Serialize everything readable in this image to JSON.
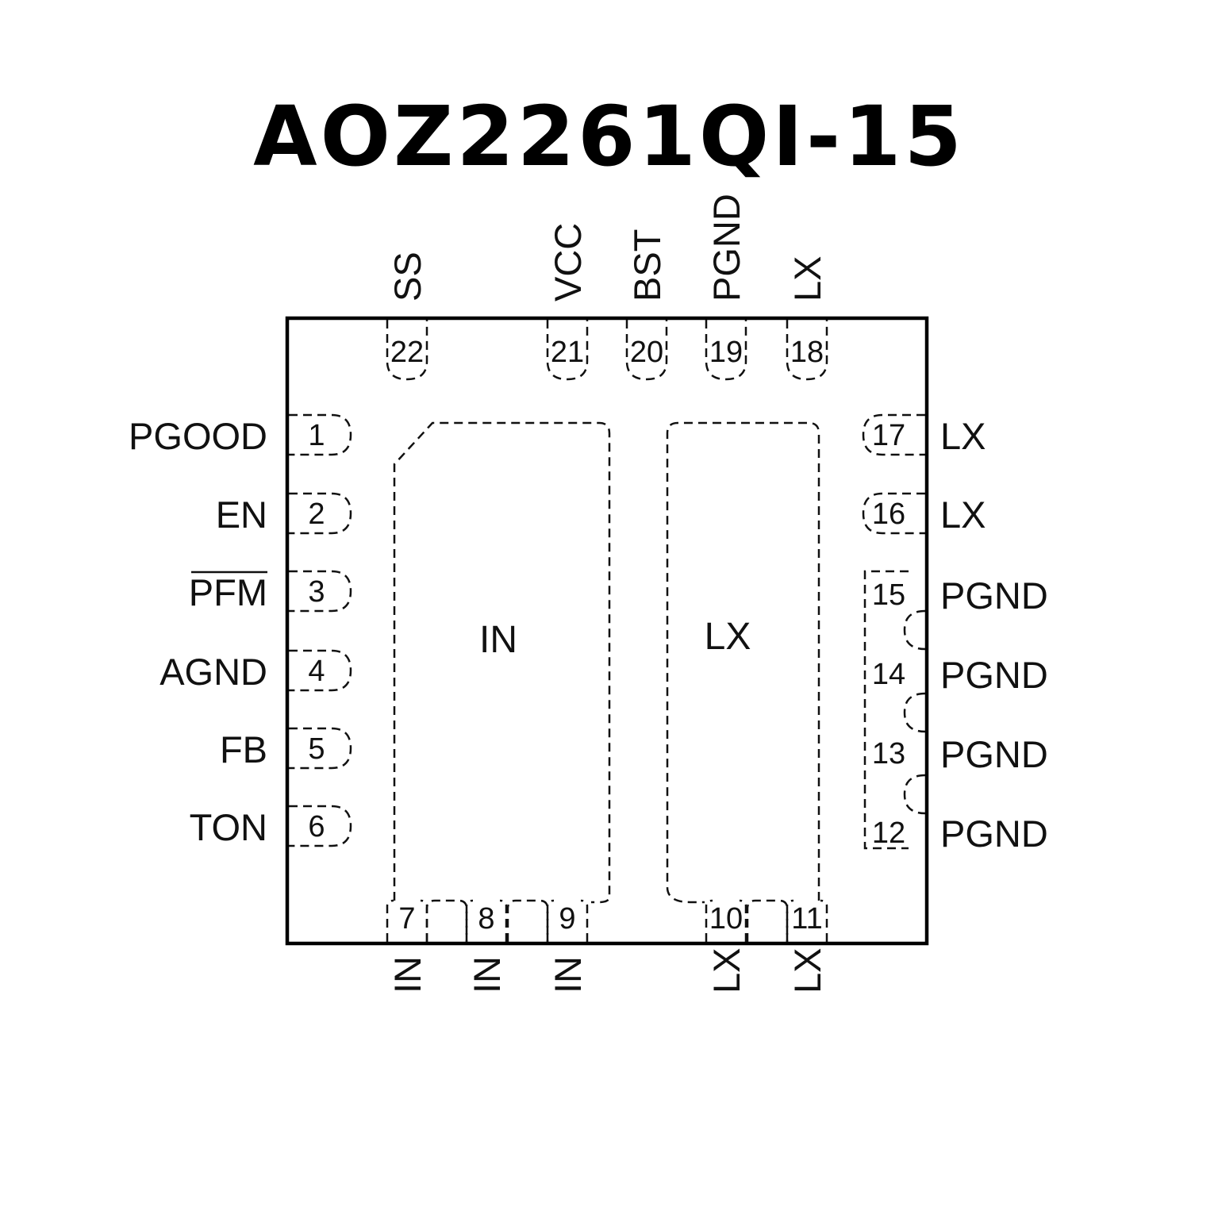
{
  "title": "AOZ2261QI-15",
  "pads": {
    "in": "IN",
    "lx": "LX"
  },
  "pins_left": [
    {
      "num": "1",
      "label": "PGOOD"
    },
    {
      "num": "2",
      "label": "EN"
    },
    {
      "num": "3",
      "label": "PFM",
      "overline": true
    },
    {
      "num": "4",
      "label": "AGND"
    },
    {
      "num": "5",
      "label": "FB"
    },
    {
      "num": "6",
      "label": "TON"
    }
  ],
  "pins_bottom": [
    {
      "num": "7",
      "label": "IN"
    },
    {
      "num": "8",
      "label": "IN"
    },
    {
      "num": "9",
      "label": "IN"
    },
    {
      "num": "10",
      "label": "LX"
    },
    {
      "num": "11",
      "label": "LX"
    }
  ],
  "pins_right": [
    {
      "num": "12",
      "label": "PGND"
    },
    {
      "num": "13",
      "label": "PGND"
    },
    {
      "num": "14",
      "label": "PGND"
    },
    {
      "num": "15",
      "label": "PGND"
    },
    {
      "num": "16",
      "label": "LX"
    },
    {
      "num": "17",
      "label": "LX"
    }
  ],
  "pins_top": [
    {
      "num": "18",
      "label": "LX"
    },
    {
      "num": "19",
      "label": "PGND"
    },
    {
      "num": "20",
      "label": "BST"
    },
    {
      "num": "21",
      "label": "VCC"
    },
    {
      "num": "22",
      "label": "SS"
    }
  ]
}
